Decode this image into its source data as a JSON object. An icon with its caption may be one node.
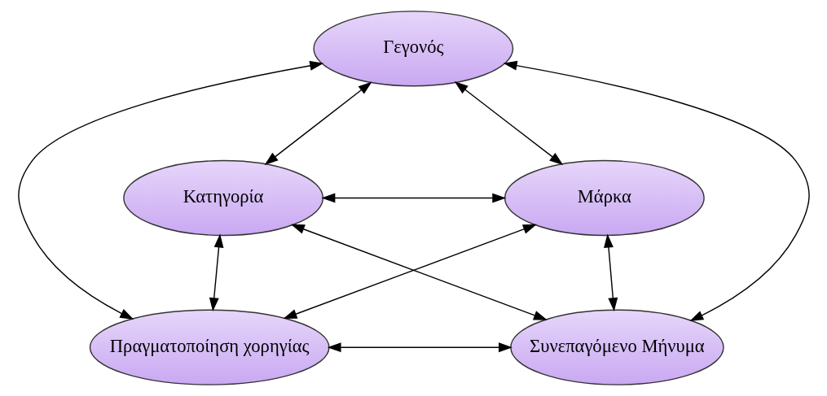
{
  "diagram": {
    "nodes": [
      {
        "text": [
          "Γεγονός"
        ]
      },
      {
        "text": [
          "Κατηγορία"
        ]
      },
      {
        "text": [
          "Μάρκα"
        ]
      },
      {
        "text": [
          "Πραγματοποίηση χορηγίας"
        ]
      },
      {
        "text": [
          "Συνεπαγόμενο Μήνυμα"
        ]
      }
    ],
    "edges": [
      {
        "from": 0,
        "to": 1,
        "arrow": "both"
      },
      {
        "from": 0,
        "to": 2,
        "arrow": "both"
      },
      {
        "from": 1,
        "to": 2,
        "arrow": "both"
      },
      {
        "from": 1,
        "to": 3,
        "arrow": "both"
      },
      {
        "from": 2,
        "to": 4,
        "arrow": "both"
      },
      {
        "from": 3,
        "to": 4,
        "arrow": "both"
      },
      {
        "from": 0,
        "to": 3,
        "arrow": "both"
      },
      {
        "from": 0,
        "to": 4,
        "arrow": "both"
      },
      {
        "from": 1,
        "to": 4,
        "arrow": "both"
      },
      {
        "from": 2,
        "to": 3,
        "arrow": "both"
      }
    ]
  }
}
